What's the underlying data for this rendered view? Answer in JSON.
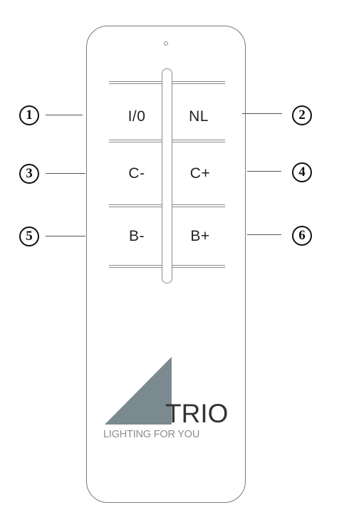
{
  "buttons": [
    {
      "id": 1,
      "label": "I/0",
      "marker": "①"
    },
    {
      "id": 2,
      "label": "NL",
      "marker": "②"
    },
    {
      "id": 3,
      "label": "C-",
      "marker": "③"
    },
    {
      "id": 4,
      "label": "C+",
      "marker": "④"
    },
    {
      "id": 5,
      "label": "B-",
      "marker": "⑤"
    },
    {
      "id": 6,
      "label": "B+",
      "marker": "⑥"
    }
  ],
  "logo": {
    "brand": "TRIO",
    "tagline": "LIGHTING FOR YOU",
    "triangle_color": "#7b8a90"
  }
}
